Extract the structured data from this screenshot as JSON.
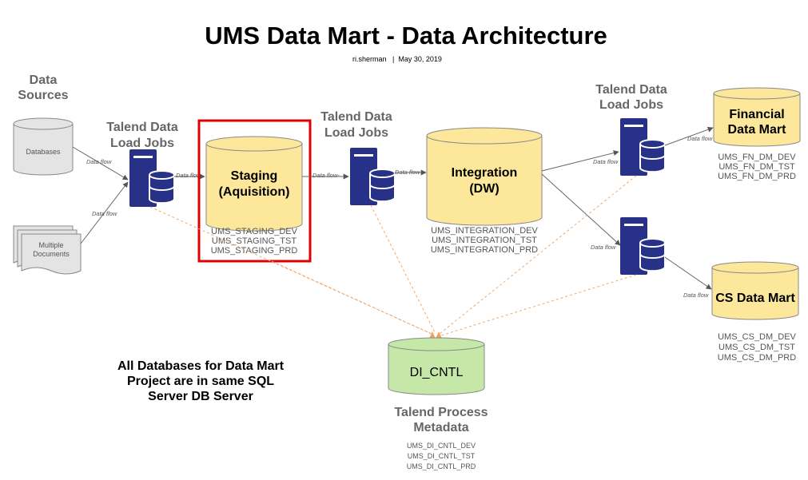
{
  "header": {
    "title": "UMS Data Mart - Data Architecture",
    "subtitle": "ri.sherman   |  May 30, 2019"
  },
  "sources": {
    "heading_line1": "Data",
    "heading_line2": "Sources",
    "databases_label": "Databases",
    "documents_line1": "Multiple",
    "documents_line2": "Documents"
  },
  "jobs_1": {
    "line1": "Talend Data",
    "line2": "Load Jobs"
  },
  "jobs_2": {
    "line1": "Talend Data",
    "line2": "Load Jobs"
  },
  "jobs_3": {
    "line1": "Talend Data",
    "line2": "Load Jobs"
  },
  "staging": {
    "line1": "Staging",
    "line2": "(Aquisition)",
    "databases": [
      "UMS_STAGING_DEV",
      "UMS_STAGING_TST",
      "UMS_STAGING_PRD"
    ]
  },
  "integration": {
    "line1": "Integration",
    "line2": "(DW)",
    "databases": [
      "UMS_INTEGRATION_DEV",
      "UMS_INTEGRATION_TST",
      "UMS_INTEGRATION_PRD"
    ]
  },
  "financial": {
    "line1": "Financial",
    "line2": "Data Mart",
    "databases": [
      "UMS_FN_DM_DEV",
      "UMS_FN_DM_TST",
      "UMS_FN_DM_PRD"
    ]
  },
  "cs": {
    "label": "CS Data Mart",
    "databases": [
      "UMS_CS_DM_DEV",
      "UMS_CS_DM_TST",
      "UMS_CS_DM_PRD"
    ]
  },
  "metadata": {
    "label": "DI_CNTL",
    "heading_line1": "Talend Process",
    "heading_line2": "Metadata",
    "databases": [
      "UMS_DI_CNTL_DEV",
      "UMS_DI_CNTL_TST",
      "UMS_DI_CNTL_PRD"
    ]
  },
  "note": {
    "line1": "All Databases for Data Mart",
    "line2": "Project are in same SQL",
    "line3": "Server DB Server"
  },
  "flows": {
    "label": "Data flow",
    "label_staging_out": "Data flow-"
  },
  "colors": {
    "yellow_fill": "#fde79a",
    "green_fill": "#c5e8a8",
    "grey_fill": "#e4e4e4",
    "server_blue": "#273187",
    "highlight_red": "#e00000",
    "dashed_orange": "#f0a060"
  },
  "icons": [
    "database-cylinder",
    "document-stack",
    "server-db-icon"
  ]
}
